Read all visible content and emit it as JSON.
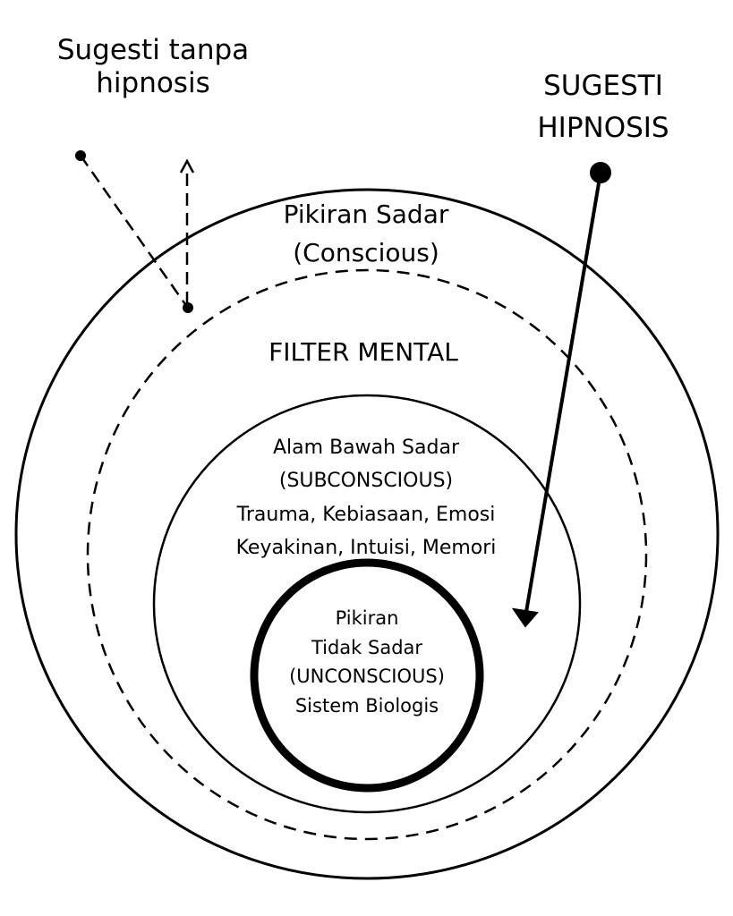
{
  "colors": {
    "background": "#ffffff",
    "stroke": "#000000"
  },
  "labels": {
    "suggestion_without_hypnosis": [
      "Sugesti tanpa",
      "hipnosis"
    ],
    "hypnosis_suggestion": [
      "SUGESTI",
      "HIPNOSIS"
    ],
    "conscious_mind": [
      "Pikiran Sadar",
      "(Conscious)"
    ],
    "mental_filter": "FILTER MENTAL",
    "subconscious": [
      "Alam Bawah Sadar",
      "(SUBCONSCIOUS)",
      "Trauma, Kebiasaan, Emosi",
      "Keyakinan,  Intuisi,  Memori"
    ],
    "unconscious": [
      "Pikiran",
      "Tidak Sadar",
      "(UNCONSCIOUS)",
      "Sistem Biologis"
    ]
  }
}
